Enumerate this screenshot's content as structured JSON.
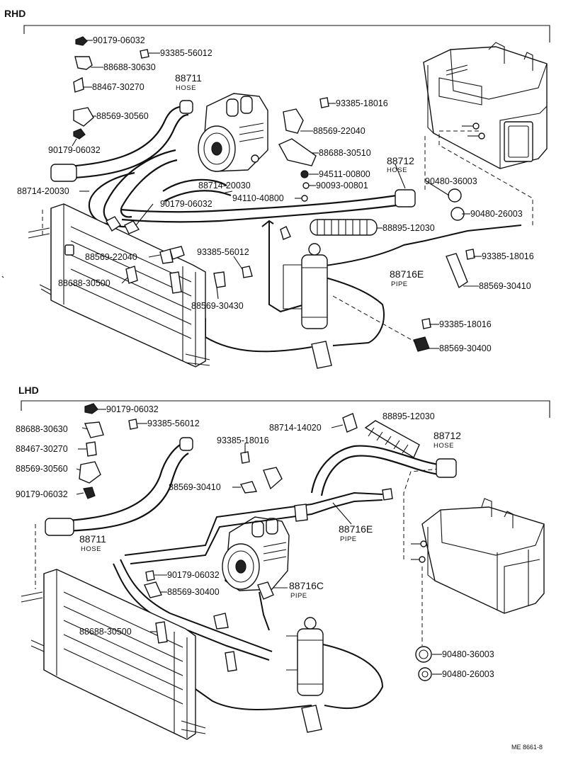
{
  "sections": {
    "rhd": "RHD",
    "lhd": "LHD"
  },
  "rhd_parts": {
    "p90179_06032_a": "90179-06032",
    "p93385_56012_a": "93385-56012",
    "p88688_30630": "88688-30630",
    "p88711_num": "88711",
    "p88711_sub": "HOSE",
    "p88467_30270": "88467-30270",
    "p93385_18016_a": "93385-18016",
    "p88569_30560": "88569-30560",
    "p88569_22040_a": "88569-22040",
    "p90179_06032_b": "90179-06032",
    "p88688_30510": "88688-30510",
    "p88712_num": "88712",
    "p88712_sub": "HOSE",
    "p94511_00800": "94511-00800",
    "p88714_20030_a": "88714-20030",
    "p90093_00801": "90093-00801",
    "p88714_20030_b": "88714-20030",
    "p90480_36003": "90480-36003",
    "p94110_40800": "94110-40800",
    "p90179_06032_c": "90179-06032",
    "p90480_26003": "90480-26003",
    "p88895_12030": "88895-12030",
    "p88569_22040_b": "88569-22040",
    "p93385_56012_b": "93385-56012",
    "p93385_18016_b": "93385-18016",
    "p88716E_num": "88716E",
    "p88716E_sub": "PIPE",
    "p88688_30500": "88688-30500",
    "p88569_30410": "88569-30410",
    "p88569_30430": "88569-30430",
    "p93385_18016_c": "93385-18016",
    "p88569_30400": "88569-30400"
  },
  "lhd_parts": {
    "p90179_06032_a": "90179-06032",
    "p88688_30630": "88688-30630",
    "p93385_56012": "93385-56012",
    "p88714_14020": "88714-14020",
    "p88895_12030": "88895-12030",
    "p88467_30270": "88467-30270",
    "p93385_18016": "93385-18016",
    "p88712_num": "88712",
    "p88712_sub": "HOSE",
    "p88569_30560": "88569-30560",
    "p88569_30410": "88569-30410",
    "p90179_06032_b": "90179-06032",
    "p88711_num": "88711",
    "p88711_sub": "HOSE",
    "p88716E_num": "88716E",
    "p88716E_sub": "PIPE",
    "p90179_06032_c": "90179-06032",
    "p88569_30400": "88569-30400",
    "p88716C_num": "88716C",
    "p88716C_sub": "PIPE",
    "p88688_30500": "88688-30500",
    "p90480_36003": "90480-36003",
    "p90480_26003": "90480-26003"
  },
  "footer_ref": "ME  8661-8"
}
